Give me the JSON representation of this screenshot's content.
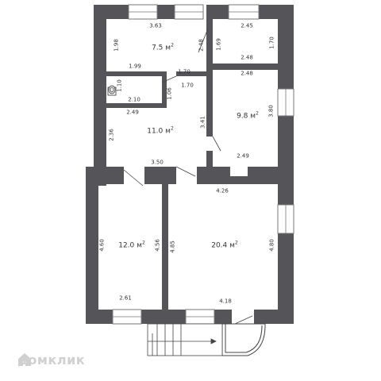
{
  "rooms": [
    {
      "id": "top-left-room",
      "area": "7.5",
      "unit": "м",
      "sup": "2"
    },
    {
      "id": "top-right-room",
      "area": "",
      "unit": "",
      "sup": ""
    },
    {
      "id": "hall-room",
      "area": "11.0",
      "unit": "м",
      "sup": "2"
    },
    {
      "id": "right-middle-room",
      "area": "9.8",
      "unit": "м",
      "sup": "2"
    },
    {
      "id": "bottom-left-room",
      "area": "12.0",
      "unit": "м",
      "sup": "2"
    },
    {
      "id": "bottom-right-room",
      "area": "20.4",
      "unit": "м",
      "sup": "2"
    }
  ],
  "dimensions": {
    "d1": "3.63",
    "d2": "1.98",
    "d3": "1.99",
    "d4": "2.48",
    "d5": "1.69",
    "d6": "2.45",
    "d7": "1.70",
    "d8": "2.48",
    "d9": "1.70",
    "d10": "1.70",
    "d11": "1.10",
    "d12": "1.06",
    "d13": "2.10",
    "d14": "2.49",
    "d15": "2.48",
    "d16": "2.36",
    "d17": "3.41",
    "d18": "3.80",
    "d19": "2.49",
    "d20": "3.50",
    "d21": "4.26",
    "d22": "4.60",
    "d23": "4.56",
    "d24": "4.85",
    "d25": "4.80",
    "d26": "2.61",
    "d27": "4.18"
  },
  "watermark": {
    "text": "домклик",
    "icon": "domklik-logo-icon"
  },
  "colors": {
    "wall": "#555459",
    "line": "#444444",
    "window": "#ffffff"
  }
}
